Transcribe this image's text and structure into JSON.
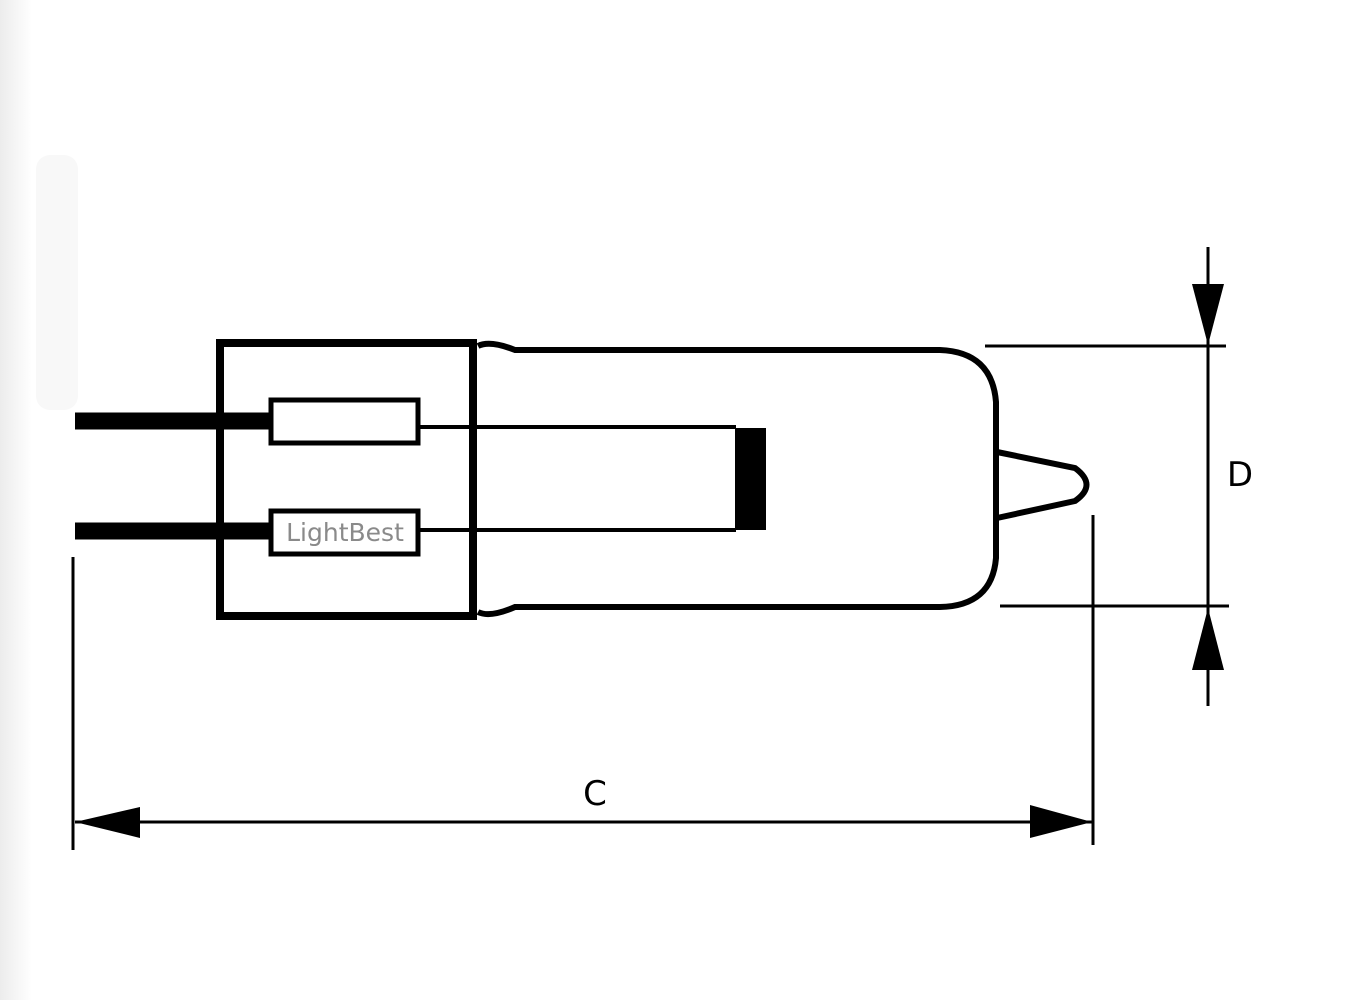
{
  "diagram": {
    "dimension_labels": {
      "length": "C",
      "diameter": "D"
    },
    "watermark": "LightBest",
    "colors": {
      "line": "#000000",
      "watermark": "#8a8a8a",
      "background": "#ffffff"
    }
  }
}
